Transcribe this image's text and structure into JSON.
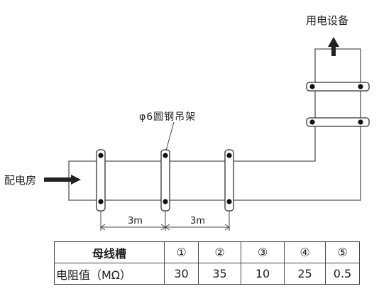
{
  "labels": {
    "source": "配电房",
    "destination": "用电设备",
    "hanger": "φ6圆钢吊架",
    "spacing": [
      "3m",
      "3m"
    ]
  },
  "table": {
    "header_label": "母线槽",
    "row_label": "电阻值（MΩ）",
    "columns": [
      "①",
      "②",
      "③",
      "④",
      "⑤"
    ],
    "values": [
      "30",
      "35",
      "10",
      "25",
      "0.5"
    ]
  }
}
